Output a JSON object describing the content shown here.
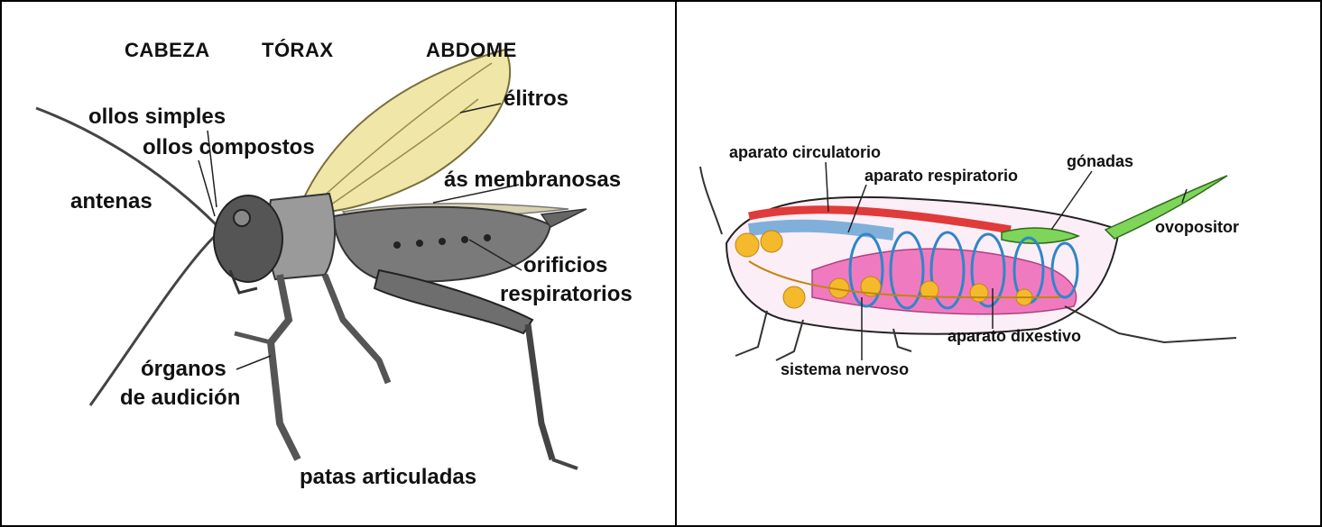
{
  "left_panel": {
    "sections": [
      "CABEZA",
      "TÓRAX",
      "ABDOME"
    ],
    "labels": {
      "ollos_simples": "ollos simples",
      "ollos_compostos": "ollos compostos",
      "antenas": "antenas",
      "elitros": "élitros",
      "as_membranosas": "ás membranosas",
      "orificios_1": "orificios",
      "orificios_2": "respiratorios",
      "organos_1": "órganos",
      "organos_2": "de audición",
      "patas": "patas articuladas"
    }
  },
  "right_panel": {
    "labels": {
      "circulatorio": "aparato circulatorio",
      "respiratorio": "aparato respiratorio",
      "gonadas": "gónadas",
      "ovopositor": "ovopositor",
      "dixestivo": "aparato dixestivo",
      "nervoso": "sistema nervoso"
    }
  },
  "colors": {
    "circulatory": "#e03a3a",
    "respiratory": "#2f86c8",
    "digestive": "#f07ac0",
    "nervous": "#f5b92c",
    "gonads": "#7fd45a",
    "wing": "#efe6a8",
    "body": "#6e6e6e"
  }
}
